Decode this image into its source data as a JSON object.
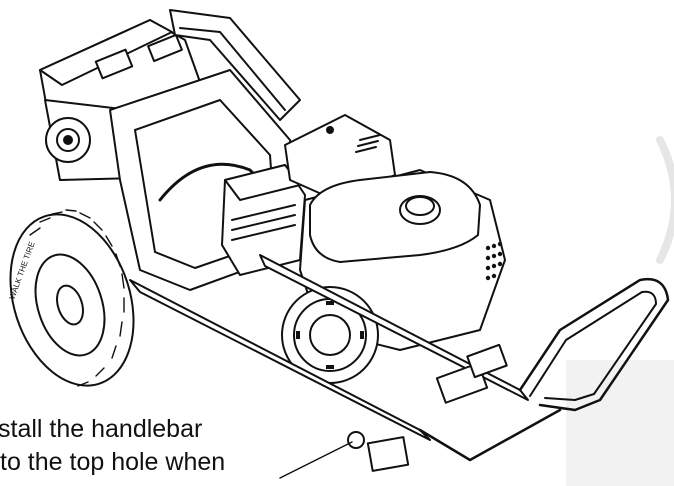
{
  "caption": {
    "lines": [
      "stall the handlebar",
      "to the top hole when"
    ]
  },
  "tire_text": {
    "sidewall": "WALK THE TIRE"
  },
  "colors": {
    "ink": "#111111",
    "paper": "#ffffff",
    "shade": "#eeeeee"
  }
}
